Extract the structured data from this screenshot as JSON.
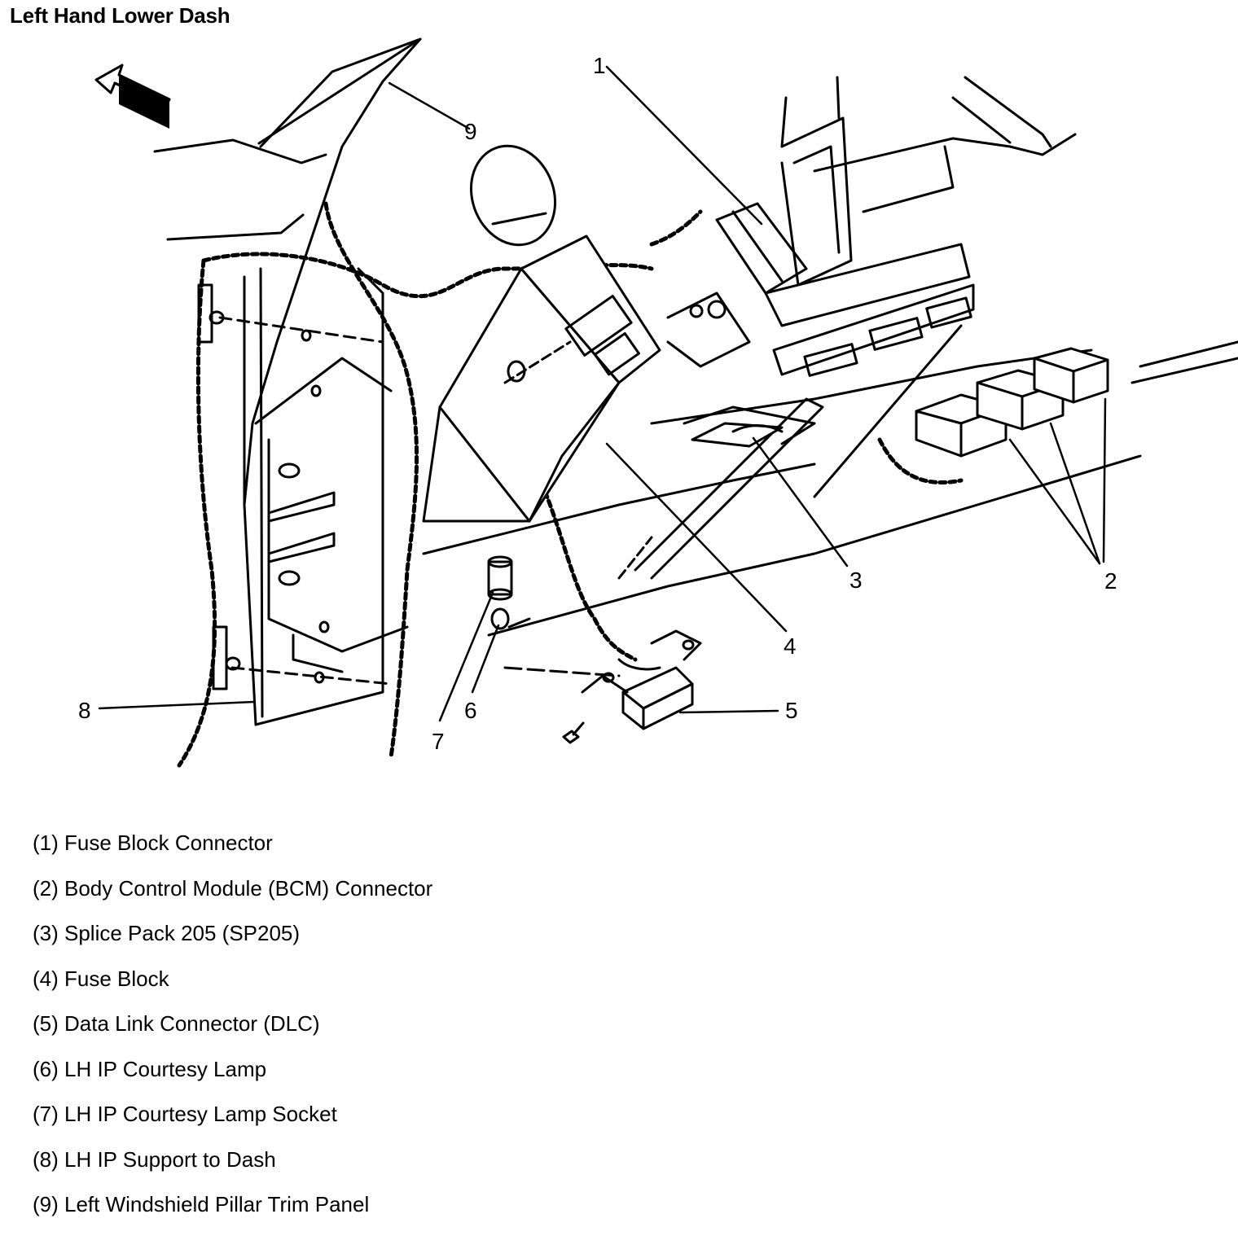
{
  "title": "Left Hand Lower Dash",
  "callouts": [
    "1",
    "2",
    "3",
    "4",
    "5",
    "6",
    "7",
    "8",
    "9"
  ],
  "legend": [
    "(1) Fuse Block Connector",
    "(2) Body Control Module (BCM) Connector",
    "(3) Splice Pack 205 (SP205)",
    "(4) Fuse Block",
    "(5) Data Link Connector (DLC)",
    "(6) LH IP Courtesy Lamp",
    "(7) LH IP Courtesy Lamp Socket",
    "(8) LH IP Support to Dash",
    "(9) Left Windshield Pillar Trim Panel"
  ],
  "colors": {
    "line": "#000000",
    "background": "#ffffff"
  }
}
